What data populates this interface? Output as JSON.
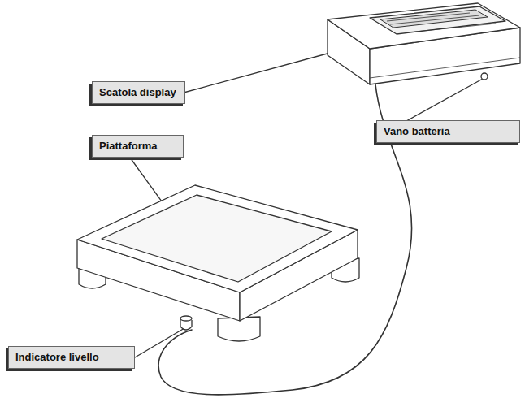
{
  "diagram": {
    "labels": [
      "Scatola display",
      "Vano batteria",
      "Piattaforma",
      "Indicatore livello"
    ]
  }
}
